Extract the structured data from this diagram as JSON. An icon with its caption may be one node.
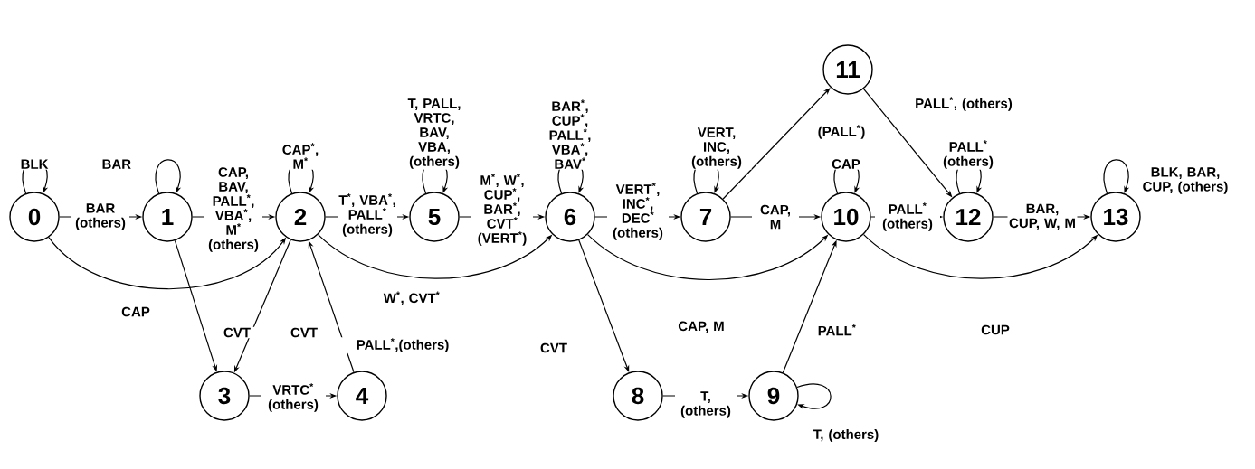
{
  "diagram": {
    "nodes": [
      {
        "text": [
          "0"
        ]
      },
      {
        "text": [
          "1"
        ]
      },
      {
        "text": [
          "2"
        ]
      },
      {
        "text": [
          "3"
        ]
      },
      {
        "text": [
          "4"
        ]
      },
      {
        "text": [
          "5"
        ]
      },
      {
        "text": [
          "6"
        ]
      },
      {
        "text": [
          "7"
        ]
      },
      {
        "text": [
          "8"
        ]
      },
      {
        "text": [
          "9"
        ]
      },
      {
        "text": [
          "10"
        ]
      },
      {
        "text": [
          "11"
        ]
      },
      {
        "text": [
          "12"
        ]
      },
      {
        "text": [
          "13"
        ]
      }
    ],
    "edges": [
      {
        "from": 0,
        "to": 0,
        "arrow": "to",
        "label": "BLK"
      },
      {
        "from": 0,
        "to": 1,
        "arrow": "to",
        "label": "BAR (others)"
      },
      {
        "from": 1,
        "to": 1,
        "arrow": "to",
        "label": "BAR"
      },
      {
        "from": 1,
        "to": 2,
        "arrow": "to",
        "label": "CAP, BAV, PALL$^{*}$, VBA$^{*}$, M$^{*}$ (others)"
      },
      {
        "from": 0,
        "to": 2,
        "arrow": "to",
        "label": "CAP"
      },
      {
        "from": 1,
        "to": 3,
        "arrow": "to",
        "label": "CVT"
      },
      {
        "from": 2,
        "to": 3,
        "arrow": "to",
        "label": "CVT"
      },
      {
        "from": 2,
        "to": 2,
        "arrow": "to",
        "label": "CAP$^{*}$, M$^{*}$"
      },
      {
        "from": 3,
        "to": 4,
        "arrow": "to",
        "label": "VRTC$^{*}$ (others)"
      },
      {
        "from": 4,
        "to": 2,
        "arrow": "to",
        "label": "PALL$^{*}$,(others)"
      },
      {
        "from": 2,
        "to": 5,
        "arrow": "to",
        "label": "T$^{*}$, VBA$^{*}$, PALL$^{*}$ (others)"
      },
      {
        "from": 2,
        "to": 6,
        "arrow": "to",
        "label": "W$^{*}$, CVT$^{*}$"
      },
      {
        "from": 5,
        "to": 5,
        "arrow": "to",
        "label": "T, PALL, VRTC, BAV, VBA, (others)"
      },
      {
        "from": 5,
        "to": 6,
        "arrow": "to",
        "label": "M$^{*}$, W$^{*}$, CUP$^{*}$, BAR$^{*}$, CVT$^{*}$ (VERT$^{*}$)"
      },
      {
        "from": 6,
        "to": 6,
        "arrow": "to",
        "label": "BAR$^{*}$, CUP$^{*}$, PALL$^{*}$, VBA$^{*}$, BAV$^{*}$"
      },
      {
        "from": 6,
        "to": 7,
        "arrow": "to",
        "label": "VERT$^{*}$, INC$^{*}$, DEC$^{*}$ (others)"
      },
      {
        "from": 6,
        "to": 8,
        "arrow": "to",
        "label": "CVT"
      },
      {
        "from": 6,
        "to": 10,
        "arrow": "to",
        "label": "CAP, M"
      },
      {
        "from": 7,
        "to": 7,
        "arrow": "to",
        "label": "VERT, INC, (others)"
      },
      {
        "from": 7,
        "to": 10,
        "arrow": "to",
        "label": "CAP, M"
      },
      {
        "from": 7,
        "to": 11,
        "arrow": "to",
        "label": "(PALL$^{*}$)"
      },
      {
        "from": 8,
        "to": 9,
        "arrow": "to",
        "label": "T, (others)"
      },
      {
        "from": 9,
        "to": 9,
        "arrow": "to",
        "label": "T, (others)"
      },
      {
        "from": 9,
        "to": 10,
        "arrow": "to",
        "label": "PALL$^{*}$"
      },
      {
        "from": 10,
        "to": 10,
        "arrow": "to",
        "label": "CAP"
      },
      {
        "from": 10,
        "to": 12,
        "arrow": "to",
        "label": "PALL$^{*}$ (others)"
      },
      {
        "from": 11,
        "to": 12,
        "arrow": "to",
        "label": "PALL$^{*}$, (others)"
      },
      {
        "from": 12,
        "to": 12,
        "arrow": "to",
        "label": "PALL$^{*}$ (others)"
      },
      {
        "from": 12,
        "to": 13,
        "arrow": "to",
        "label": "BAR, CUP, W, M"
      },
      {
        "from": 13,
        "to": 13,
        "arrow": "to",
        "label": "BLK, BAR, CUP, (others)"
      },
      {
        "from": 10,
        "to": 13,
        "arrow": "to",
        "label": "CUP"
      }
    ]
  }
}
